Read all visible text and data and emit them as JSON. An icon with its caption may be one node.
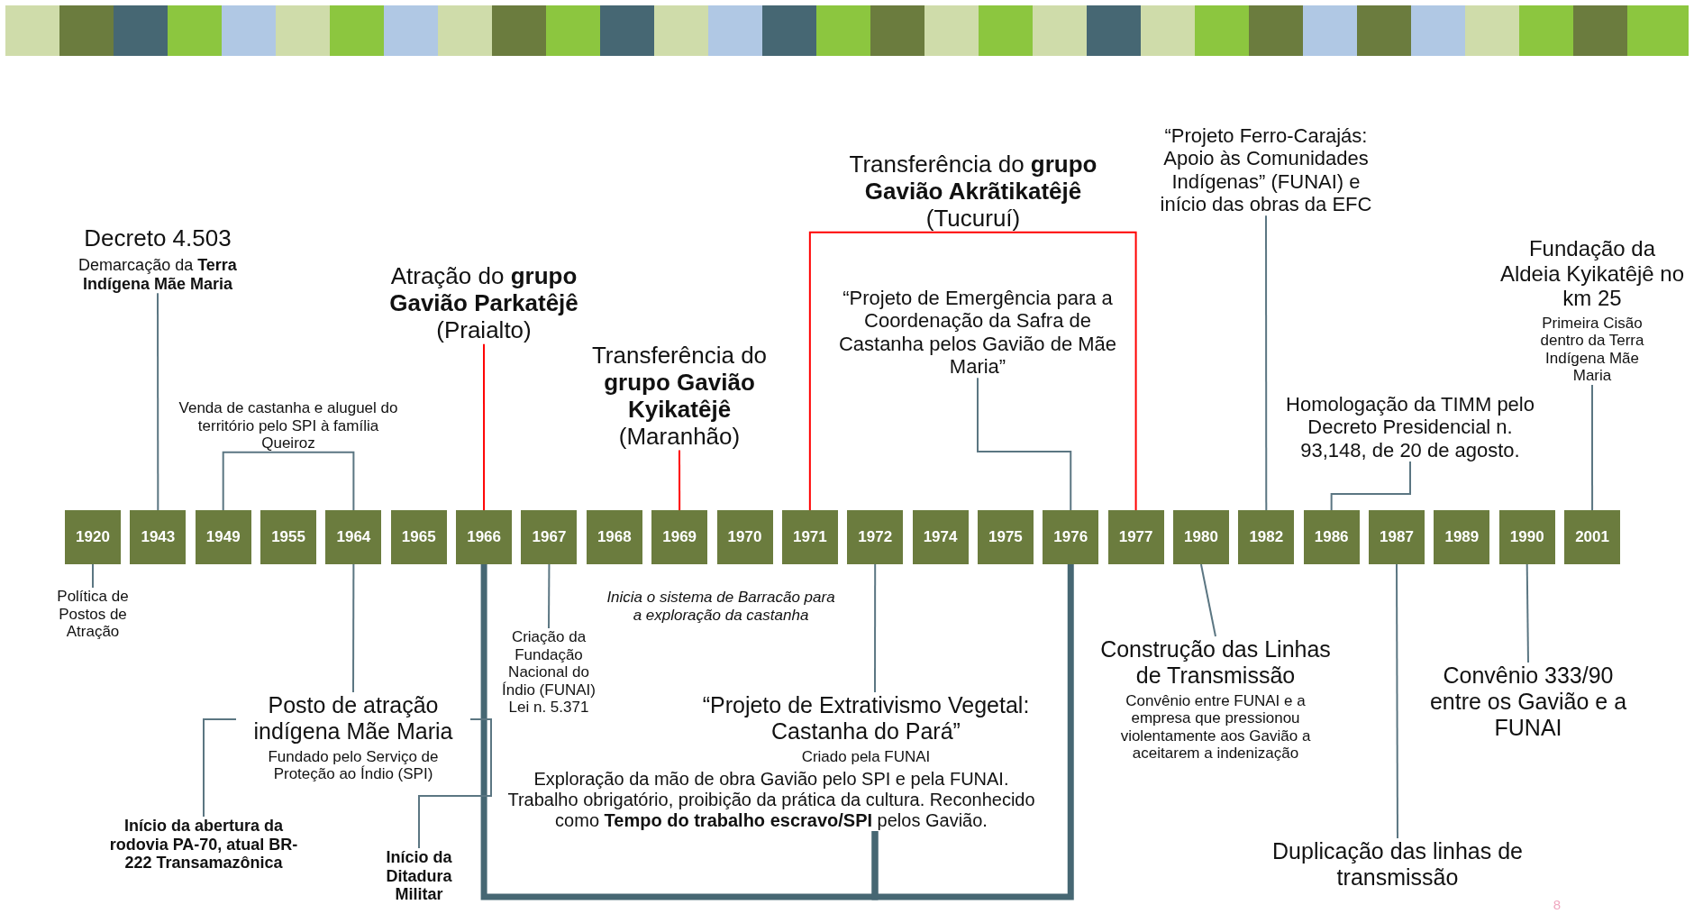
{
  "diagram": {
    "nodes": [
      {
        "text": [
          "Decreto 4.503",
          "Demarcação da **Terra Indígena Mãe Maria**"
        ]
      },
      {
        "text": [
          "Venda de castanha e aluguel do território pelo SPI à família Queiroz"
        ]
      },
      {
        "text": [
          "Atração do **grupo Gavião Parkatêjê** (Praialto)"
        ]
      },
      {
        "text": [
          "Transferência do **grupo Gavião Kyikatêjê** (Maranhão)"
        ]
      },
      {
        "text": [
          "Transferência do **grupo Gavião Akrãtikatêjê** (Tucuruí)"
        ]
      },
      {
        "text": [
          "“Projeto de Emergência para a Coordenação da Safra de Castanha pelos Gavião de Mãe Maria”"
        ]
      },
      {
        "text": [
          "“Projeto Ferro-Carajás: Apoio às Comunidades Indígenas” (FUNAI) e início das obras da EFC"
        ]
      },
      {
        "text": [
          "Fundação da Aldeia Kyikatêjê no km 25",
          "Primeira Cisão dentro da Terra Indígena Mãe Maria"
        ]
      },
      {
        "text": [
          "Homologação da TIMM pelo Decreto Presidencial n. 93,148, de 20 de agosto."
        ]
      },
      {
        "text": [
          "1920"
        ]
      },
      {
        "text": [
          "1943"
        ]
      },
      {
        "text": [
          "1949"
        ]
      },
      {
        "text": [
          "1955"
        ]
      },
      {
        "text": [
          "1964"
        ]
      },
      {
        "text": [
          "1965"
        ]
      },
      {
        "text": [
          "1966"
        ]
      },
      {
        "text": [
          "1967"
        ]
      },
      {
        "text": [
          "1968"
        ]
      },
      {
        "text": [
          "1969"
        ]
      },
      {
        "text": [
          "1970"
        ]
      },
      {
        "text": [
          "1971"
        ]
      },
      {
        "text": [
          "1972"
        ]
      },
      {
        "text": [
          "1974"
        ]
      },
      {
        "text": [
          "1975"
        ]
      },
      {
        "text": [
          "1976"
        ]
      },
      {
        "text": [
          "1977"
        ]
      },
      {
        "text": [
          "1980"
        ]
      },
      {
        "text": [
          "1982"
        ]
      },
      {
        "text": [
          "1986"
        ]
      },
      {
        "text": [
          "1987"
        ]
      },
      {
        "text": [
          "1989"
        ]
      },
      {
        "text": [
          "1990"
        ]
      },
      {
        "text": [
          "2001"
        ]
      },
      {
        "text": [
          "Política de Postos de Atração"
        ]
      },
      {
        "text": [
          "Criação da Fundação Nacional do Índio (FUNAI) Lei n. 5.371"
        ]
      },
      {
        "text": [
          "“Projeto de Extrativismo Vegetal: Castanha do Pará”",
          "Criado pela FUNAI",
          "Exploração da mão de obra Gavião pelo SPI e pela FUNAI. Trabalho obrigatório, proibição da prática da cultura. Reconhecido como **Tempo do trabalho escravo/SPI** pelos Gavião."
        ]
      },
      {
        "text": [
          "Posto de atração indígena Mãe Maria",
          "Fundado pelo Serviço de Proteção ao Índio (SPI)"
        ]
      },
      {
        "text": [
          "Início da abertura da rodovia PA-70, atual BR-222 Transamazônica"
        ]
      },
      {
        "text": [
          "Início da Ditadura Militar"
        ]
      },
      {
        "text": [
          "Construção das Linhas de Transmissão",
          "Convênio entre FUNAI e a empresa que pressionou violentamente aos Gavião a aceitarem a indenização"
        ]
      },
      {
        "text": [
          "Convênio 333/90 entre os Gavião e a FUNAI"
        ]
      },
      {
        "text": [
          "Duplicação das linhas de transmissão"
        ]
      }
    ],
    "edges": [
      {
        "from": 0,
        "to": 10,
        "arrow": "none"
      },
      {
        "from": 1,
        "to": 11,
        "arrow": "none"
      },
      {
        "from": 1,
        "to": 13,
        "arrow": "none"
      },
      {
        "from": 2,
        "to": 15,
        "arrow": "none",
        "color": "#ff0000"
      },
      {
        "from": 3,
        "to": 18,
        "arrow": "none",
        "color": "#ff0000"
      },
      {
        "from": 4,
        "to": 20,
        "arrow": "none",
        "color": "#ff0000"
      },
      {
        "from": 4,
        "to": 25,
        "arrow": "none",
        "color": "#ff0000"
      },
      {
        "from": 5,
        "to": 24,
        "arrow": "none"
      },
      {
        "from": 6,
        "to": 27,
        "arrow": "none"
      },
      {
        "from": 8,
        "to": 28,
        "arrow": "none"
      },
      {
        "from": 7,
        "to": 32,
        "arrow": "none"
      },
      {
        "from": 9,
        "to": 33,
        "arrow": "none"
      },
      {
        "from": 13,
        "to": 36,
        "arrow": "none"
      },
      {
        "from": 16,
        "to": 34,
        "arrow": "none"
      },
      {
        "from": 21,
        "to": 35,
        "arrow": "none"
      },
      {
        "from": 15,
        "to": 35,
        "arrow": "none",
        "style": "thick"
      },
      {
        "from": 24,
        "to": 35,
        "arrow": "none",
        "style": "thick"
      },
      {
        "from": 36,
        "to": 37,
        "arrow": "none"
      },
      {
        "from": 36,
        "to": 38,
        "arrow": "none"
      },
      {
        "from": 26,
        "to": 39,
        "arrow": "none"
      },
      {
        "from": 29,
        "to": 41,
        "arrow": "none"
      },
      {
        "from": 31,
        "to": 40,
        "arrow": "none"
      }
    ],
    "labels": [
      "Inicia o sistema de Barracão para a exploração da castanha",
      "8"
    ]
  }
}
